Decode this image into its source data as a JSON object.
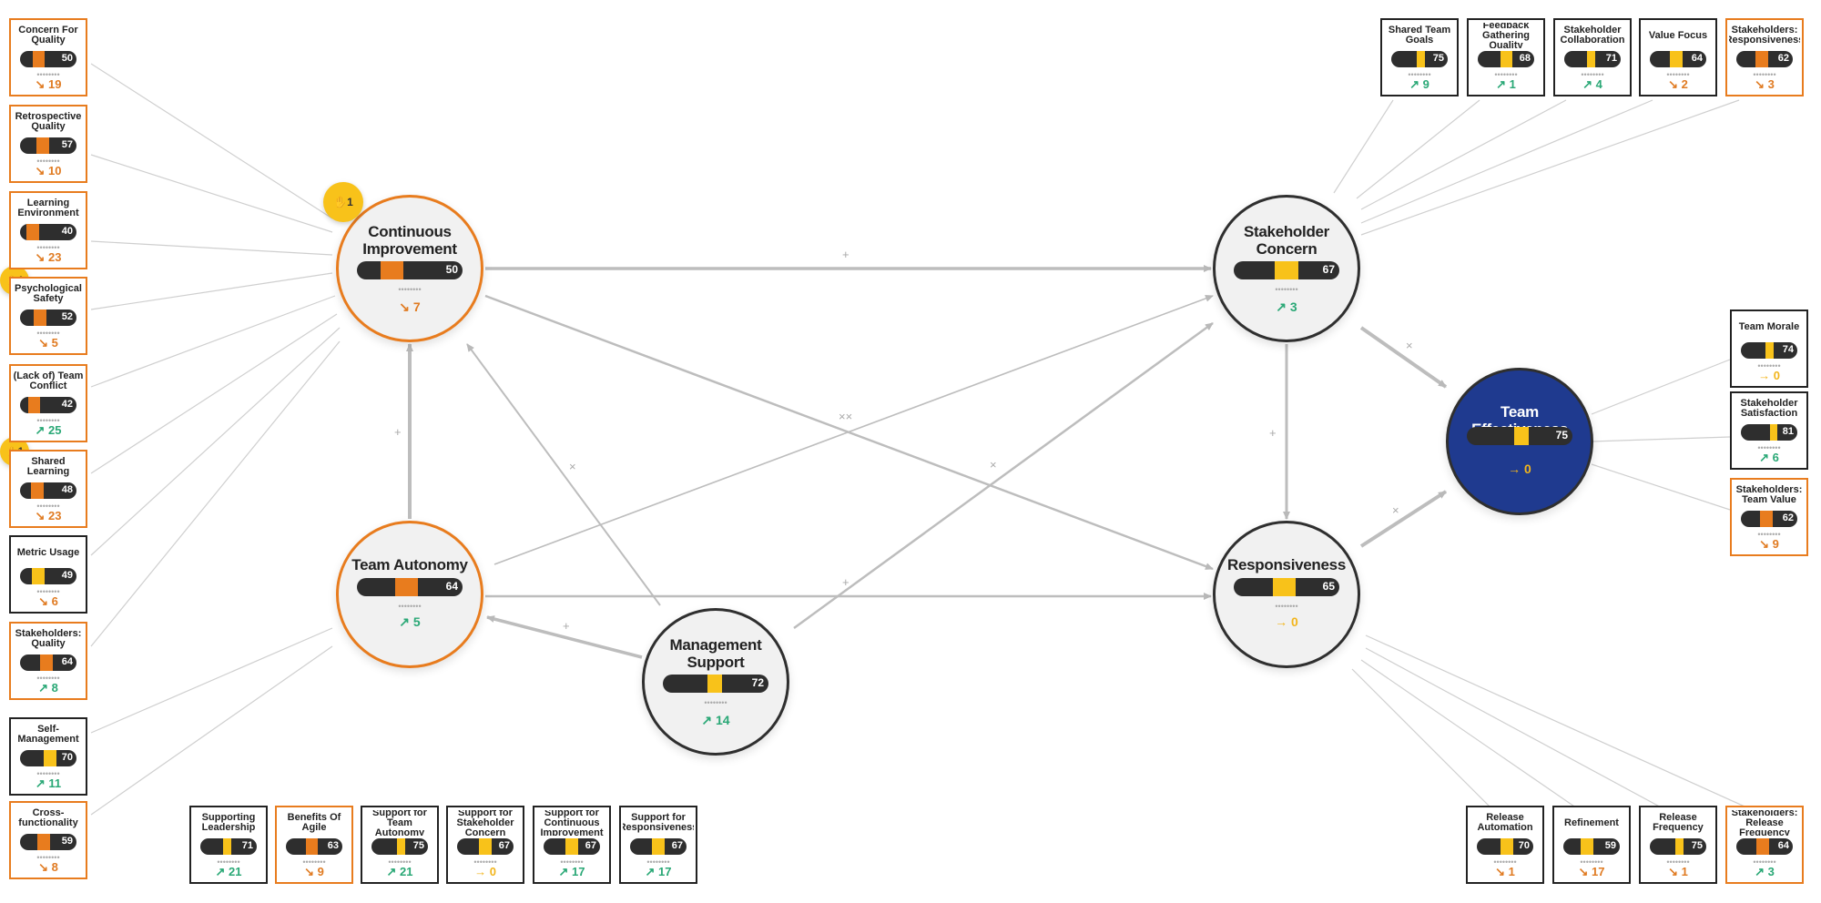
{
  "colors": {
    "orange": "#e87c1e",
    "yellow": "#f8c21a",
    "dark": "#2e2e2e",
    "blue": "#1f3a8f",
    "up": "#2aa876",
    "down": "#e07b22"
  },
  "icons": {
    "badge": "pointer-hand-icon",
    "trend_up": "trend-up-arrow",
    "trend_down": "trend-down-arrow",
    "trend_flat": "flat-arrow"
  },
  "nodes": {
    "ci": {
      "title": "Continuous Improvement",
      "score": 50,
      "trend": "↘ 7",
      "dir": "down",
      "fill": "orange"
    },
    "sc": {
      "title": "Stakeholder Concern",
      "score": 67,
      "trend": "↗ 3",
      "dir": "up",
      "fill": "yellow"
    },
    "te": {
      "title": "Team Effectiveness",
      "score": 75,
      "trend": "→ 0",
      "dir": "flat",
      "fill": "yellow"
    },
    "ta": {
      "title": "Team Autonomy",
      "score": 64,
      "trend": "↗ 5",
      "dir": "up",
      "fill": "orange"
    },
    "resp": {
      "title": "Responsiveness",
      "score": 65,
      "trend": "→ 0",
      "dir": "flat",
      "fill": "yellow"
    },
    "ms": {
      "title": "Management Support",
      "score": 72,
      "trend": "↗ 14",
      "dir": "up",
      "fill": "yellow"
    }
  },
  "badges": {
    "ci": "1",
    "psych": "1",
    "shared": "1"
  },
  "left_cards": [
    {
      "title": "Concern For Quality",
      "score": 50,
      "trend": "↘ 19",
      "dir": "down",
      "fill": "orange",
      "border": "orange"
    },
    {
      "title": "Retrospective Quality",
      "score": 57,
      "trend": "↘ 10",
      "dir": "down",
      "fill": "orange",
      "border": "orange"
    },
    {
      "title": "Learning Environment",
      "score": 40,
      "trend": "↘ 23",
      "dir": "down",
      "fill": "orange",
      "border": "orange"
    },
    {
      "title": "Psychological Safety",
      "score": 52,
      "trend": "↘ 5",
      "dir": "down",
      "fill": "orange",
      "border": "orange"
    },
    {
      "title": "(Lack of) Team Conflict",
      "score": 42,
      "trend": "↗ 25",
      "dir": "up",
      "fill": "orange",
      "border": "orange"
    },
    {
      "title": "Shared Learning",
      "score": 48,
      "trend": "↘ 23",
      "dir": "down",
      "fill": "orange",
      "border": "orange"
    },
    {
      "title": "Metric Usage",
      "score": 49,
      "trend": "↘ 6",
      "dir": "down",
      "fill": "yellow",
      "border": "dark"
    },
    {
      "title": "Stakeholders: Quality",
      "score": 64,
      "trend": "↗ 8",
      "dir": "up",
      "fill": "orange",
      "border": "orange"
    },
    {
      "title": "Self-Management",
      "score": 70,
      "trend": "↗ 11",
      "dir": "up",
      "fill": "yellow",
      "border": "dark"
    },
    {
      "title": "Cross-functionality",
      "score": 59,
      "trend": "↘ 8",
      "dir": "down",
      "fill": "orange",
      "border": "orange"
    }
  ],
  "top_cards": [
    {
      "title": "Shared Team Goals",
      "score": 75,
      "trend": "↗ 9",
      "dir": "up",
      "fill": "yellow",
      "border": "dark"
    },
    {
      "title": "Feedback Gathering Quality",
      "score": 68,
      "trend": "↗ 1",
      "dir": "up",
      "fill": "yellow",
      "border": "dark"
    },
    {
      "title": "Stakeholder Collaboration",
      "score": 71,
      "trend": "↗ 4",
      "dir": "up",
      "fill": "yellow",
      "border": "dark"
    },
    {
      "title": "Value Focus",
      "score": 64,
      "trend": "↘ 2",
      "dir": "down",
      "fill": "yellow",
      "border": "dark"
    },
    {
      "title": "Stakeholders: Responsiveness",
      "score": 62,
      "trend": "↘ 3",
      "dir": "down",
      "fill": "orange",
      "border": "orange"
    }
  ],
  "right_cards": [
    {
      "title": "Team Morale",
      "score": 74,
      "trend": "→ 0",
      "dir": "flat",
      "fill": "yellow",
      "border": "dark"
    },
    {
      "title": "Stakeholder Satisfaction",
      "score": 81,
      "trend": "↗ 6",
      "dir": "up",
      "fill": "yellow",
      "border": "dark"
    },
    {
      "title": "Stakeholders: Team Value",
      "score": 62,
      "trend": "↘ 9",
      "dir": "down",
      "fill": "orange",
      "border": "orange"
    }
  ],
  "bottom_cards": [
    {
      "title": "Supporting Leadership",
      "score": 71,
      "trend": "↗ 21",
      "dir": "up",
      "fill": "yellow",
      "border": "dark"
    },
    {
      "title": "Benefits Of Agile",
      "score": 63,
      "trend": "↘ 9",
      "dir": "down",
      "fill": "orange",
      "border": "orange"
    },
    {
      "title": "Support for Team Autonomy",
      "score": 75,
      "trend": "↗ 21",
      "dir": "up",
      "fill": "yellow",
      "border": "dark"
    },
    {
      "title": "Support for Stakeholder Concern",
      "score": 67,
      "trend": "→ 0",
      "dir": "flat",
      "fill": "yellow",
      "border": "dark"
    },
    {
      "title": "Support for Continuous Improvement",
      "score": 67,
      "trend": "↗ 17",
      "dir": "up",
      "fill": "yellow",
      "border": "dark"
    },
    {
      "title": "Support for Responsiveness",
      "score": 67,
      "trend": "↗ 17",
      "dir": "up",
      "fill": "yellow",
      "border": "dark"
    }
  ],
  "bottom_right_cards": [
    {
      "title": "Release Automation",
      "score": 70,
      "trend": "↘ 1",
      "dir": "down",
      "fill": "yellow",
      "border": "dark"
    },
    {
      "title": "Refinement",
      "score": 59,
      "trend": "↘ 17",
      "dir": "down",
      "fill": "yellow",
      "border": "dark"
    },
    {
      "title": "Release Frequency",
      "score": 75,
      "trend": "↘ 1",
      "dir": "down",
      "fill": "yellow",
      "border": "dark"
    },
    {
      "title": "Stakeholders: Release Frequency",
      "score": 64,
      "trend": "↗ 3",
      "dir": "up",
      "fill": "orange",
      "border": "orange"
    }
  ],
  "edge_signs": {
    "plus": "+",
    "times": "×",
    "double_times": "××"
  }
}
